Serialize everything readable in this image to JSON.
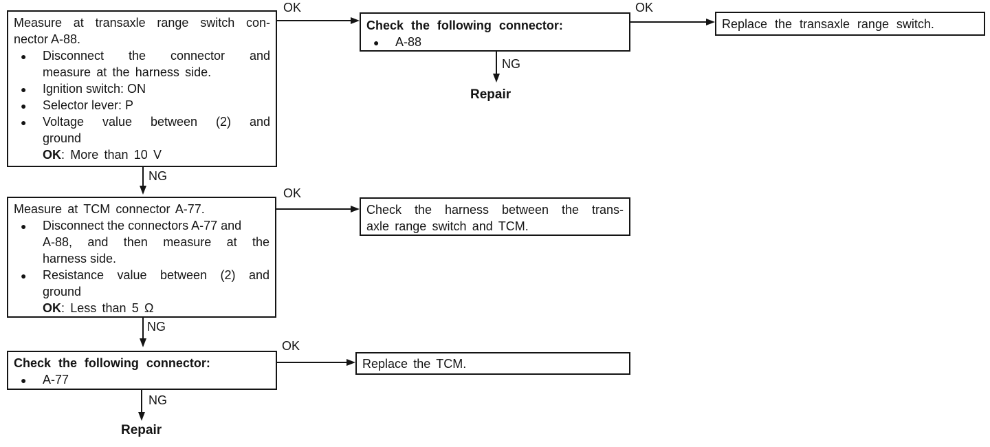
{
  "page": {
    "background": "#ffffff",
    "ink_color": "#141414"
  },
  "labels": {
    "ok": "OK",
    "ng": "NG",
    "repair": "Repair"
  },
  "nodes": {
    "step1": {
      "title_line1": "Measure at transaxle range switch con-",
      "title_line2": "nector A-88.",
      "b1_line1": "Disconnect the connector and",
      "b1_line2": "measure at the harness side.",
      "b2": "Ignition switch: ON",
      "b3": "Selector lever: P",
      "b4_line1": "Voltage value between (2) and",
      "b4_line2": "ground",
      "b4_ok_label": "OK",
      "b4_ok_value": ": More than 10 V"
    },
    "check_a88": {
      "title": "Check the following connector:",
      "item": "A-88"
    },
    "replace_switch": {
      "text": "Replace the transaxle range switch."
    },
    "step2": {
      "title": "Measure at TCM connector A-77.",
      "b1_line1": "Disconnect the connectors A-77 and",
      "b1_line2": "A-88, and then measure at the",
      "b1_line3": "harness side.",
      "b2_line1": "Resistance value between (2) and",
      "b2_line2": "ground",
      "b2_ok_label": "OK",
      "b2_ok_value": ": Less than 5 Ω"
    },
    "check_harness": {
      "line1": "Check the harness between the trans-",
      "line2": "axle range switch and TCM."
    },
    "step3": {
      "title": "Check the following connector:",
      "item": "A-77"
    },
    "replace_tcm": {
      "text": "Replace the TCM."
    }
  }
}
